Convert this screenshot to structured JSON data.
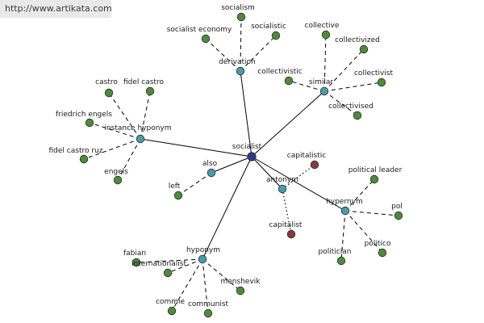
{
  "watermark": "http://www.artikata.com",
  "graph": {
    "center": {
      "id": "socialist",
      "label": "socialist",
      "color": "#2e3a8f"
    },
    "relations": [
      {
        "id": "derivation",
        "label": "derivation",
        "color": "#4a9ca8",
        "children": [
          "socialism",
          "socialistic",
          "socialist economy"
        ]
      },
      {
        "id": "similar",
        "label": "similar",
        "color": "#4a9ca8",
        "children": [
          "collective",
          "collectivized",
          "collectivistic",
          "collectivist",
          "collectivised"
        ]
      },
      {
        "id": "instance-hyponym",
        "label": "instance hyponym",
        "color": "#4a9ca8",
        "children": [
          "castro",
          "fidel castro",
          "friedrich engels",
          "fidel castro ruz",
          "engels"
        ]
      },
      {
        "id": "also",
        "label": "also",
        "color": "#4a9ca8",
        "children": [
          "left"
        ]
      },
      {
        "id": "antonym",
        "label": "antonym",
        "color": "#4a9ca8",
        "children": [
          "capitalistic",
          "capitalist"
        ]
      },
      {
        "id": "hypernym",
        "label": "hypernym",
        "color": "#4a9ca8",
        "children": [
          "political leader",
          "pol",
          "politico",
          "politician"
        ]
      },
      {
        "id": "hyponym",
        "label": "hyponym",
        "color": "#4a9ca8",
        "children": [
          "fabian",
          "internationalist",
          "menshevik",
          "commie",
          "communist"
        ]
      }
    ],
    "leaf_color": "#4f8a3c",
    "antonym_leaf_color": "#8a3a3a"
  }
}
